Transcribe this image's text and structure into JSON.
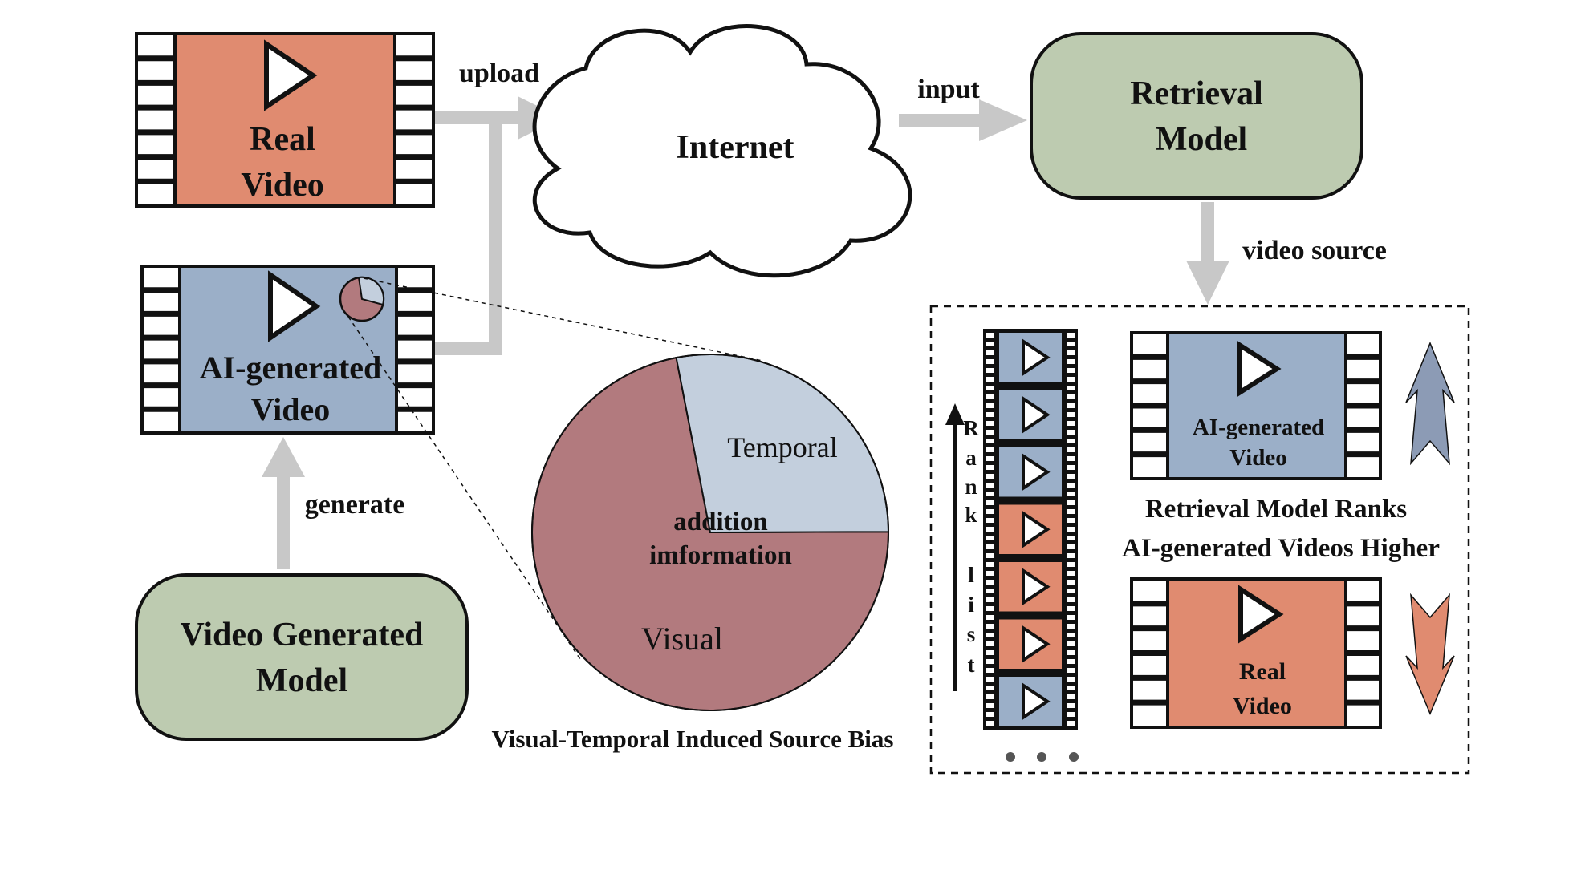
{
  "colors": {
    "real": "#E08B70",
    "ai": "#9BAFC8",
    "model": "#BDCBB0",
    "arrow": "#C8C8C8",
    "pie_visual": "#B27A7E",
    "pie_temporal": "#C3CFDD",
    "up_arrow": "#8C9BB5",
    "down_arrow": "#E08B70"
  },
  "labels": {
    "real_video_1": "Real",
    "real_video_2": "Video",
    "ai_video_1": "AI-generated",
    "ai_video_2": "Video",
    "internet": "Internet",
    "retrieval_1": "Retrieval",
    "retrieval_2": "Model",
    "vgm_1": "Video Generated",
    "vgm_2": "Model",
    "upload": "upload",
    "input": "input",
    "generate": "generate",
    "video_source": "video source",
    "bias_caption": "Visual-Temporal Induced Source Bias",
    "ranks_1": "Retrieval Model Ranks",
    "ranks_2": "AI-generated Videos Higher",
    "rank_letters": [
      "R",
      "a",
      "n",
      "k",
      "",
      "l",
      "i",
      "s",
      "t"
    ],
    "small_ai_1": "AI-generated",
    "small_ai_2": "Video",
    "small_real_1": "Real",
    "small_real_2": "Video"
  },
  "chart_data": {
    "type": "pie",
    "title": "",
    "slices": [
      {
        "label": "Temporal",
        "fraction": 0.28,
        "color": "#C3CFDD"
      },
      {
        "label": "Visual",
        "fraction": 0.72,
        "color": "#B27A7E"
      }
    ],
    "annotation": [
      "addition",
      "imformation"
    ]
  },
  "rank_list": [
    "ai",
    "ai",
    "ai",
    "real",
    "real",
    "real",
    "ai"
  ]
}
